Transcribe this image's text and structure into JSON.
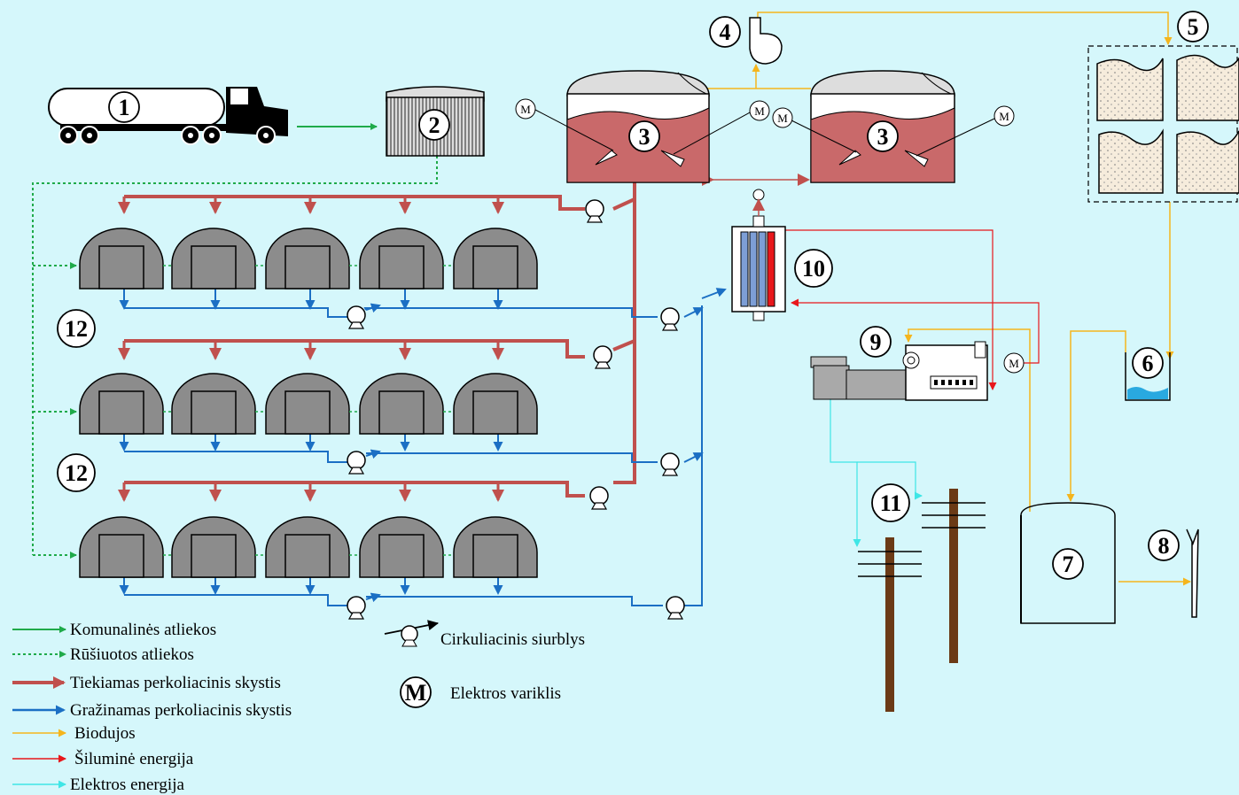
{
  "colors": {
    "background": "#d5f7fb",
    "waste": "#1faa4a",
    "sorted_waste": "#1faa4a",
    "supplied_percolate": "#c0504d",
    "returned_percolate": "#1b6fc4",
    "biogas": "#f5b51c",
    "heat": "#e8171b",
    "electricity": "#3fe6e6",
    "digester_liquid": "#c9696a",
    "hall_fill": "#8c8c8c",
    "pole_wood": "#6b3a16"
  },
  "labels": {
    "truck": "1",
    "bunker": "2",
    "digester_a": "3",
    "digester_b": "3",
    "gas_fan": "4",
    "gas_storage": "5",
    "scrubber": "6",
    "tank": "7",
    "flare": "8",
    "chp": "9",
    "heat_exchanger": "10",
    "power_line": "11",
    "row_group_1": "12",
    "row_group_2": "12",
    "motor": "M"
  },
  "legend": {
    "items": [
      {
        "text": "Komunalinės atliekos",
        "color": "#1faa4a",
        "style": "solid"
      },
      {
        "text": "Rūšiuotos atliekos",
        "color": "#1faa4a",
        "style": "dotted"
      },
      {
        "text": "Tiekiamas perkoliacinis skystis",
        "color": "#c0504d",
        "style": "thick"
      },
      {
        "text": "Gražinamas perkoliacinis skystis",
        "color": "#1b6fc4",
        "style": "medium"
      },
      {
        "text": "Biodujos",
        "color": "#f5b51c",
        "style": "thin"
      },
      {
        "text": "Šiluminė energija",
        "color": "#e8171b",
        "style": "thin"
      },
      {
        "text": "Elektros energija",
        "color": "#3fe6e6",
        "style": "thin"
      }
    ],
    "pump_text": "Cirkuliacinis siurblys",
    "motor_symbol": "M",
    "motor_text": "Elektros variklis"
  }
}
